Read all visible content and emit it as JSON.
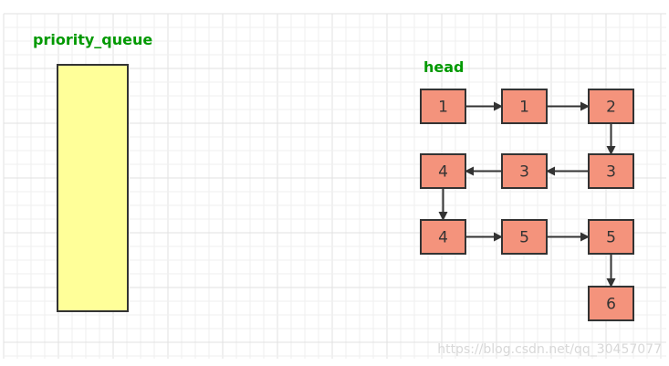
{
  "queue_label": "priority_queue",
  "head_label": "head",
  "colors": {
    "queue_fill": "#ffff99",
    "node_fill": "#f4937c",
    "label": "#009900",
    "edge": "#333333"
  },
  "nodes": [
    {
      "id": "n1",
      "value": "1",
      "row": 0,
      "col": 0
    },
    {
      "id": "n2",
      "value": "1",
      "row": 0,
      "col": 1
    },
    {
      "id": "n3",
      "value": "2",
      "row": 0,
      "col": 2
    },
    {
      "id": "n4",
      "value": "3",
      "row": 1,
      "col": 2
    },
    {
      "id": "n5",
      "value": "3",
      "row": 1,
      "col": 1
    },
    {
      "id": "n6",
      "value": "4",
      "row": 1,
      "col": 0
    },
    {
      "id": "n7",
      "value": "4",
      "row": 2,
      "col": 0
    },
    {
      "id": "n8",
      "value": "5",
      "row": 2,
      "col": 1
    },
    {
      "id": "n9",
      "value": "5",
      "row": 2,
      "col": 2
    },
    {
      "id": "n10",
      "value": "6",
      "row": 3,
      "col": 2
    }
  ],
  "edges": [
    [
      "n1",
      "n2"
    ],
    [
      "n2",
      "n3"
    ],
    [
      "n3",
      "n4"
    ],
    [
      "n4",
      "n5"
    ],
    [
      "n5",
      "n6"
    ],
    [
      "n6",
      "n7"
    ],
    [
      "n7",
      "n8"
    ],
    [
      "n8",
      "n9"
    ],
    [
      "n9",
      "n10"
    ]
  ],
  "watermark": "https://blog.csdn.net/qq_30457077"
}
